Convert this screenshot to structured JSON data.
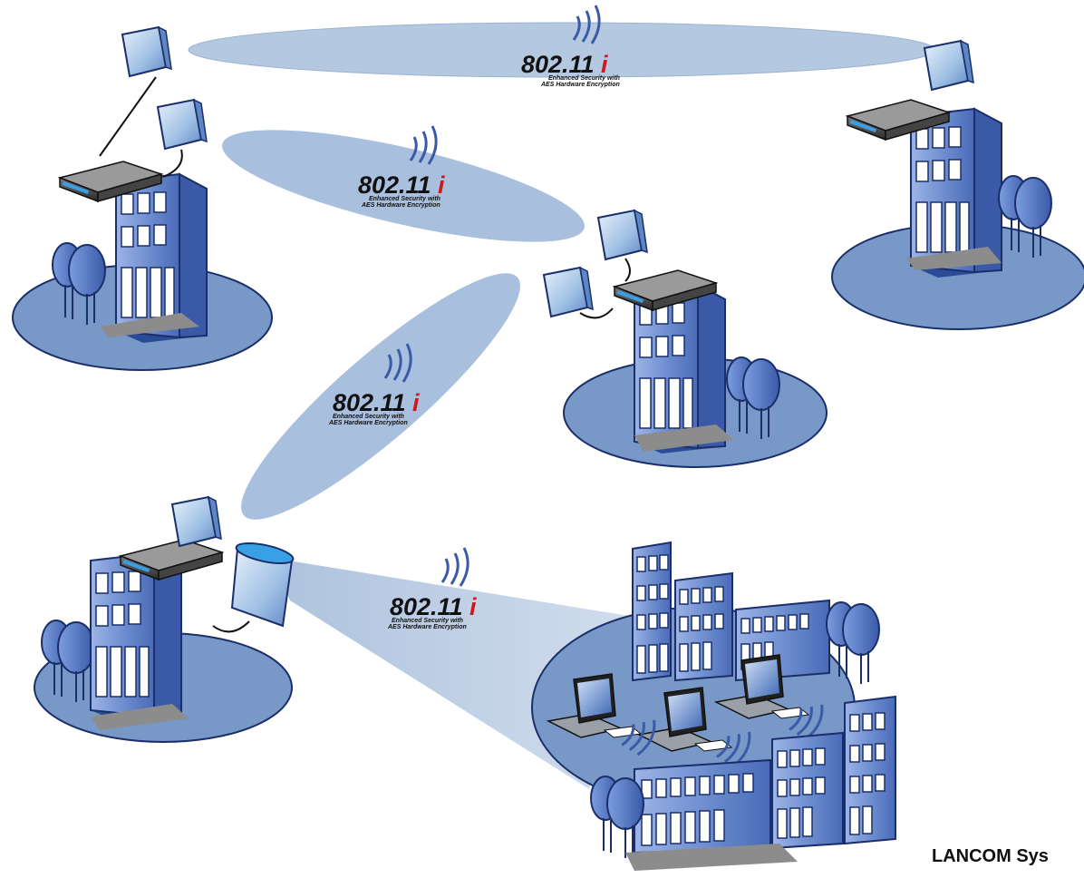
{
  "links": [
    {
      "id": "link-top",
      "standard_number": "802.11",
      "standard_suffix": "i",
      "caption_line1": "Enhanced Security with",
      "caption_line2": "AES Hardware Encryption"
    },
    {
      "id": "link-upper-middle",
      "standard_number": "802.11",
      "standard_suffix": "i",
      "caption_line1": "Enhanced Security with",
      "caption_line2": "AES Hardware Encryption"
    },
    {
      "id": "link-middle-diagonal",
      "standard_number": "802.11",
      "standard_suffix": "i",
      "caption_line1": "Enhanced Security with",
      "caption_line2": "AES Hardware Encryption"
    },
    {
      "id": "link-bottom-to-campus",
      "standard_number": "802.11",
      "standard_suffix": "i",
      "caption_line1": "Enhanced Security with",
      "caption_line2": "AES Hardware Encryption"
    }
  ],
  "footer": {
    "brand_text": "LANCOM Sys"
  },
  "colors": {
    "beam": "#b4c8e0",
    "ground": "#7899c7",
    "building": "#6f8fd0",
    "building_dark": "#3a5aa8",
    "window": "#ffffff",
    "tree": "#4d74c8",
    "router": "#2a2a2a",
    "router_led": "#3aa0e6",
    "suffix_red": "#d01818",
    "signal_arc": "#3a5aa8"
  },
  "icons": [
    "building-icon",
    "tree-icon",
    "antenna-panel-icon",
    "router-icon",
    "laptop-icon",
    "wireless-signal-icon"
  ]
}
